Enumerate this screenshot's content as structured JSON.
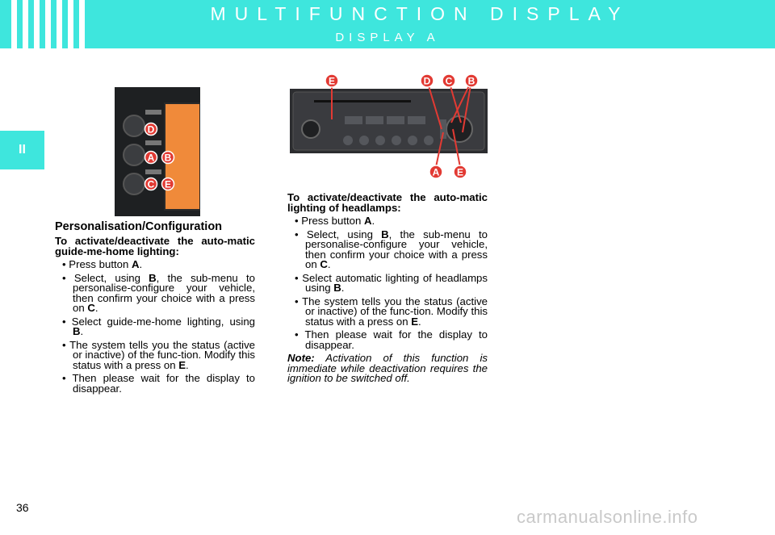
{
  "header": {
    "title": "MULTIFUNCTION DISPLAY",
    "subtitle": "DISPLAY A"
  },
  "chapter_tab": "II",
  "photo_left": {
    "callouts": [
      "D",
      "A",
      "B",
      "C",
      "E"
    ]
  },
  "photo_right": {
    "callouts_top": [
      "E",
      "D",
      "C",
      "B"
    ],
    "callouts_bottom": [
      "A",
      "E"
    ]
  },
  "left_column": {
    "heading": "Personalisation/Configuration",
    "lead": "To activate/deactivate the auto-matic guide-me-home lighting:",
    "bullets": [
      {
        "pre": "• Press button ",
        "key": "A",
        "post": "."
      },
      {
        "pre": "• Select, using ",
        "key": "B",
        "post": ", the sub-menu to personalise-configure your vehicle, then confirm your choice with a press on ",
        "key2": "C",
        "post2": "."
      },
      {
        "pre": "• Select guide-me-home lighting, using ",
        "key": "B",
        "post": "."
      },
      {
        "pre": "• The system tells you the status (active or inactive) of the func-tion. Modify this status with a press on ",
        "key": "E",
        "post": "."
      },
      {
        "pre": "• Then please wait for the display to disappear.",
        "key": "",
        "post": ""
      }
    ]
  },
  "right_column": {
    "lead": "To activate/deactivate the auto-matic lighting of headlamps:",
    "bullets": [
      {
        "pre": "• Press button ",
        "key": "A",
        "post": "."
      },
      {
        "pre": "• Select, using ",
        "key": "B",
        "post": ", the sub-menu to personalise-configure your vehicle, then confirm your choice with a press on ",
        "key2": "C",
        "post2": "."
      },
      {
        "pre": "• Select automatic lighting of headlamps using ",
        "key": "B",
        "post": "."
      },
      {
        "pre": "• The system tells you the status (active or inactive) of the func-tion. Modify this status with a press on ",
        "key": "E",
        "post": "."
      },
      {
        "pre": "• Then please wait for the display to disappear.",
        "key": "",
        "post": ""
      }
    ],
    "note_label": "Note:",
    "note_text": " Activation of this function is immediate while deactivation requires the ignition to be switched off."
  },
  "page_number": "36",
  "watermark": "carmanualsonline.info"
}
